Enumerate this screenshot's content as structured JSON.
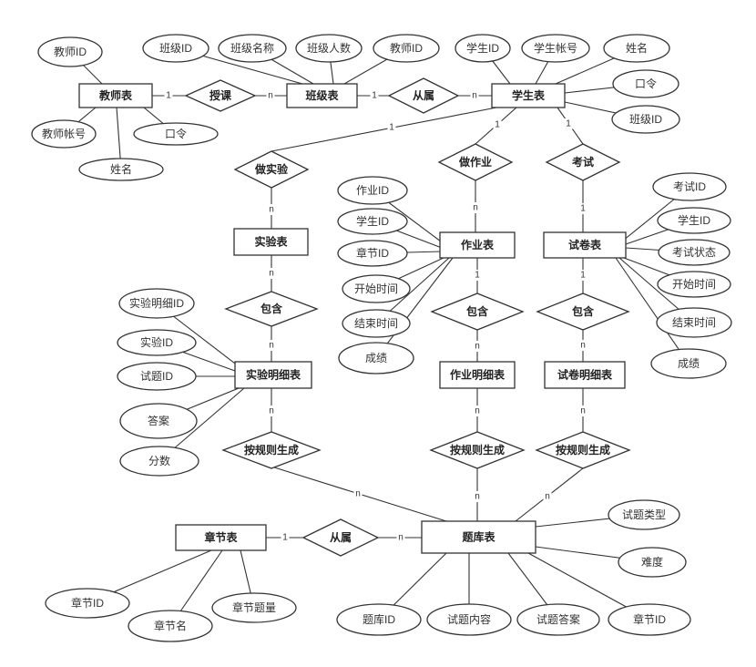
{
  "entities": {
    "teacher": "教师表",
    "class": "班级表",
    "student": "学生表",
    "experiment": "实验表",
    "homework": "作业表",
    "exam": "试卷表",
    "exp_detail": "实验明细表",
    "hw_detail": "作业明细表",
    "exam_detail": "试卷明细表",
    "chapter": "章节表",
    "bank": "题库表"
  },
  "relationships": {
    "teach": "授课",
    "class_student": "从属",
    "do_experiment": "做实验",
    "do_homework": "做作业",
    "take_exam": "考试",
    "exp_contains": "包含",
    "hw_contains": "包含",
    "exam_contains": "包含",
    "exp_generate": "按规则生成",
    "hw_generate": "按规则生成",
    "exam_generate": "按规则生成",
    "chapter_bank": "从属"
  },
  "attributes": {
    "teacher": [
      "教师ID",
      "教师帐号",
      "口令",
      "姓名"
    ],
    "class": [
      "班级ID",
      "班级名称",
      "班级人数",
      "教师ID"
    ],
    "student": [
      "学生ID",
      "学生帐号",
      "姓名",
      "口令",
      "班级ID"
    ],
    "homework": [
      "作业ID",
      "学生ID",
      "章节ID",
      "开始时间",
      "结束时间",
      "成绩"
    ],
    "exam": [
      "考试ID",
      "学生ID",
      "考试状态",
      "开始时间",
      "结束时间",
      "成绩"
    ],
    "exp_detail": [
      "实验明细ID",
      "实验ID",
      "试题ID",
      "答案",
      "分数"
    ],
    "chapter": [
      "章节ID",
      "章节名",
      "章节题量"
    ],
    "bank": [
      "试题类型",
      "难度",
      "题库ID",
      "试题内容",
      "试题答案",
      "章节ID"
    ]
  },
  "cardinalities": {
    "teacher_teach": "1",
    "teach_class": "n",
    "class_belongs": "1",
    "belongs_student": "n",
    "student_do_experiment": "1",
    "student_do_homework": "1",
    "student_take_exam": "1",
    "do_experiment_experiment": "n",
    "do_homework_homework": "n",
    "take_exam_exam": "1",
    "experiment_contains": "n",
    "contains_exp_detail": "n",
    "homework_contains": "1",
    "contains_hw_detail": "n",
    "exam_contains": "1",
    "contains_exam_detail": "n",
    "exp_detail_generate": "n",
    "hw_detail_generate": "n",
    "exam_detail_generate": "n",
    "exp_generate_bank": "n",
    "hw_generate_bank": "n",
    "exam_generate_bank": "n",
    "chapter_belongs": "1",
    "belongs_bank": "n"
  },
  "colors": {
    "stroke": "#333333",
    "fill": "#ffffff",
    "text": "#333333"
  }
}
